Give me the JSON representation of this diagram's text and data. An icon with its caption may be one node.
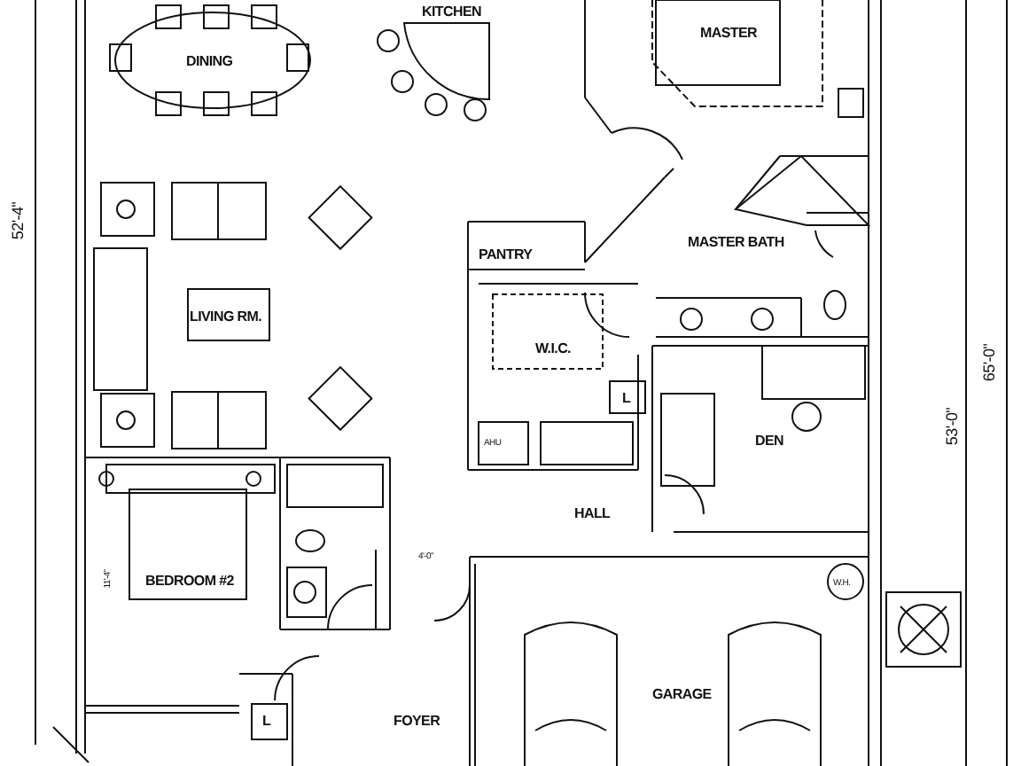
{
  "diagram": {
    "labels": [
      "KITCHEN",
      "MASTER",
      "DINING",
      "MASTER BATH",
      "PANTRY",
      "52'-4\"",
      "LIVING RM.",
      "W.I.C.",
      "65'-0\"",
      "L",
      "DEN",
      "53'-0\"",
      "AHU",
      "HALL",
      "BEDROOM #2",
      "4'-0\"",
      "11'-4\"",
      "W.H.",
      "GARAGE",
      "L",
      "FOYER"
    ]
  }
}
